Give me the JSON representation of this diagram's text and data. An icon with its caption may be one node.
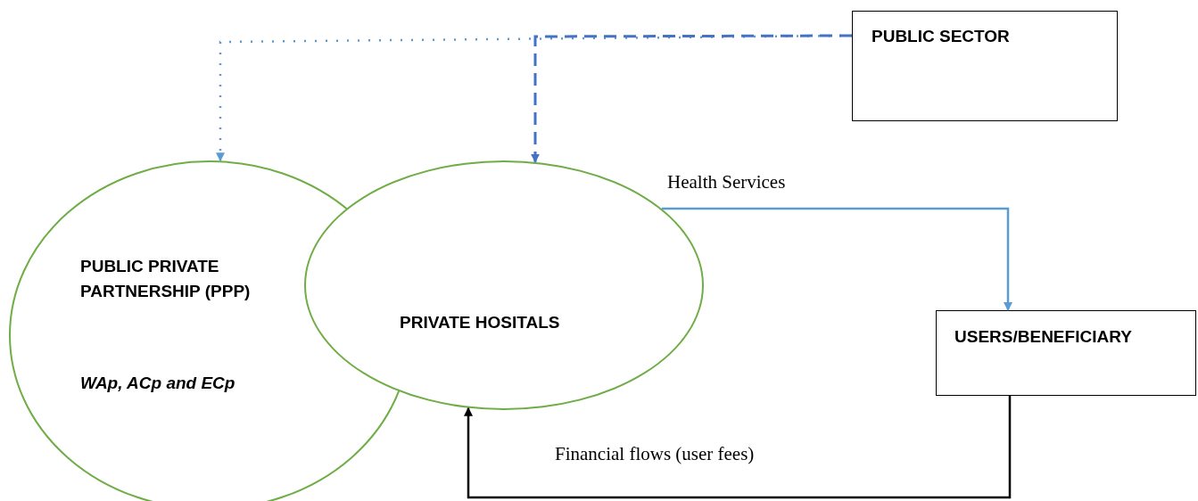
{
  "diagram": {
    "nodes": [
      {
        "text": [
          "PUBLIC SECTOR"
        ]
      },
      {
        "text": [
          "PUBLIC PRIVATE PARTNERSHIP (PPP)",
          "WAp, ACp and ECp"
        ]
      },
      {
        "text": [
          "PRIVATE HOSITALS"
        ]
      },
      {
        "text": [
          "USERS/BENEFICIARY"
        ]
      }
    ],
    "edges": [
      {
        "from": 0,
        "to": 1,
        "arrow": "to",
        "style": "dashed"
      },
      {
        "from": 0,
        "to": 2,
        "arrow": "to",
        "style": "dashed",
        "color": "#4472c4"
      },
      {
        "from": 2,
        "to": 3,
        "arrow": "to",
        "label": "Health Services"
      },
      {
        "from": 3,
        "to": 2,
        "arrow": "to",
        "label": "Financial flows (user fees)",
        "color": "#000000"
      }
    ]
  }
}
